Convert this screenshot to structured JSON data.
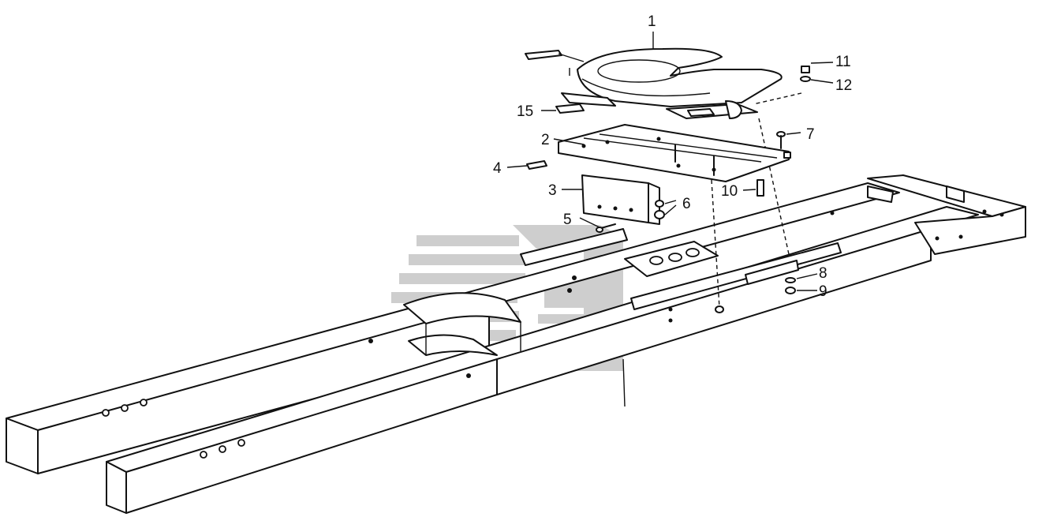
{
  "diagram": {
    "callouts": [
      {
        "id": "1",
        "label": "1"
      },
      {
        "id": "2",
        "label": "2"
      },
      {
        "id": "3",
        "label": "3"
      },
      {
        "id": "4",
        "label": "4"
      },
      {
        "id": "5",
        "label": "5"
      },
      {
        "id": "6",
        "label": "6"
      },
      {
        "id": "7",
        "label": "7"
      },
      {
        "id": "8",
        "label": "8"
      },
      {
        "id": "9",
        "label": "9"
      },
      {
        "id": "10",
        "label": "10"
      },
      {
        "id": "11",
        "label": "11"
      },
      {
        "id": "12",
        "label": "12"
      },
      {
        "id": "15",
        "label": "15"
      }
    ],
    "colors": {
      "line": "#111111",
      "background": "#ffffff",
      "watermark": "#c8c8c8"
    },
    "watermark_icon": "stripe-logo-watermark"
  }
}
